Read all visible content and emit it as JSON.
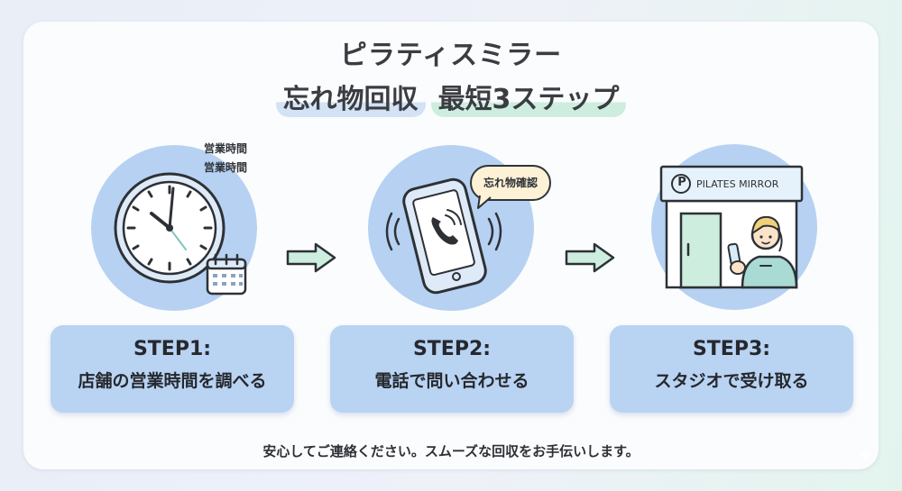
{
  "title": {
    "line1": "ピラティスミラー",
    "line2_part1": "忘れ物回収",
    "line2_part2": "最短3ステップ"
  },
  "step1": {
    "label": "STEP1:",
    "text": "店舗の営業時間を調べる",
    "icon": "clock-calendar-icon",
    "annotation": [
      "営業時間",
      "営業時間"
    ]
  },
  "step2": {
    "label": "STEP2:",
    "text": "電話で問い合わせる",
    "icon": "smartphone-call-icon",
    "bubble": "忘れ物確認"
  },
  "step3": {
    "label": "STEP3:",
    "text": "スタジオで受け取る",
    "icon": "studio-staff-icon",
    "sign": "PILATES MIRROR",
    "sign_logo": "P"
  },
  "footer": "安心してご連絡ください。スムーズな回収をお手伝いします。",
  "colors": {
    "circle": "#b6d1f2",
    "step_box": "#b9d3f2",
    "arrow": "#cdeedf",
    "title_highlight_blue": "#d3e2f4",
    "title_highlight_green": "#cdeedf",
    "bubble": "#fdf1d6"
  }
}
